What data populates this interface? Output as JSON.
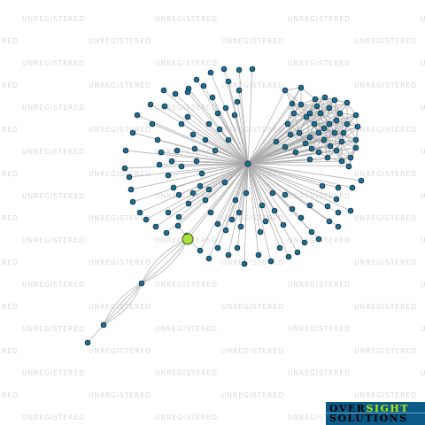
{
  "watermark": {
    "text": "UNREGISTERED"
  },
  "logo": {
    "word1_a": "OVER",
    "word1_b": "SIGHT",
    "word2": "SOLUTIONS"
  },
  "colors": {
    "node": "#1f6f93",
    "focus_node": "#a6e03a",
    "edge": "#a9a9a9"
  }
}
